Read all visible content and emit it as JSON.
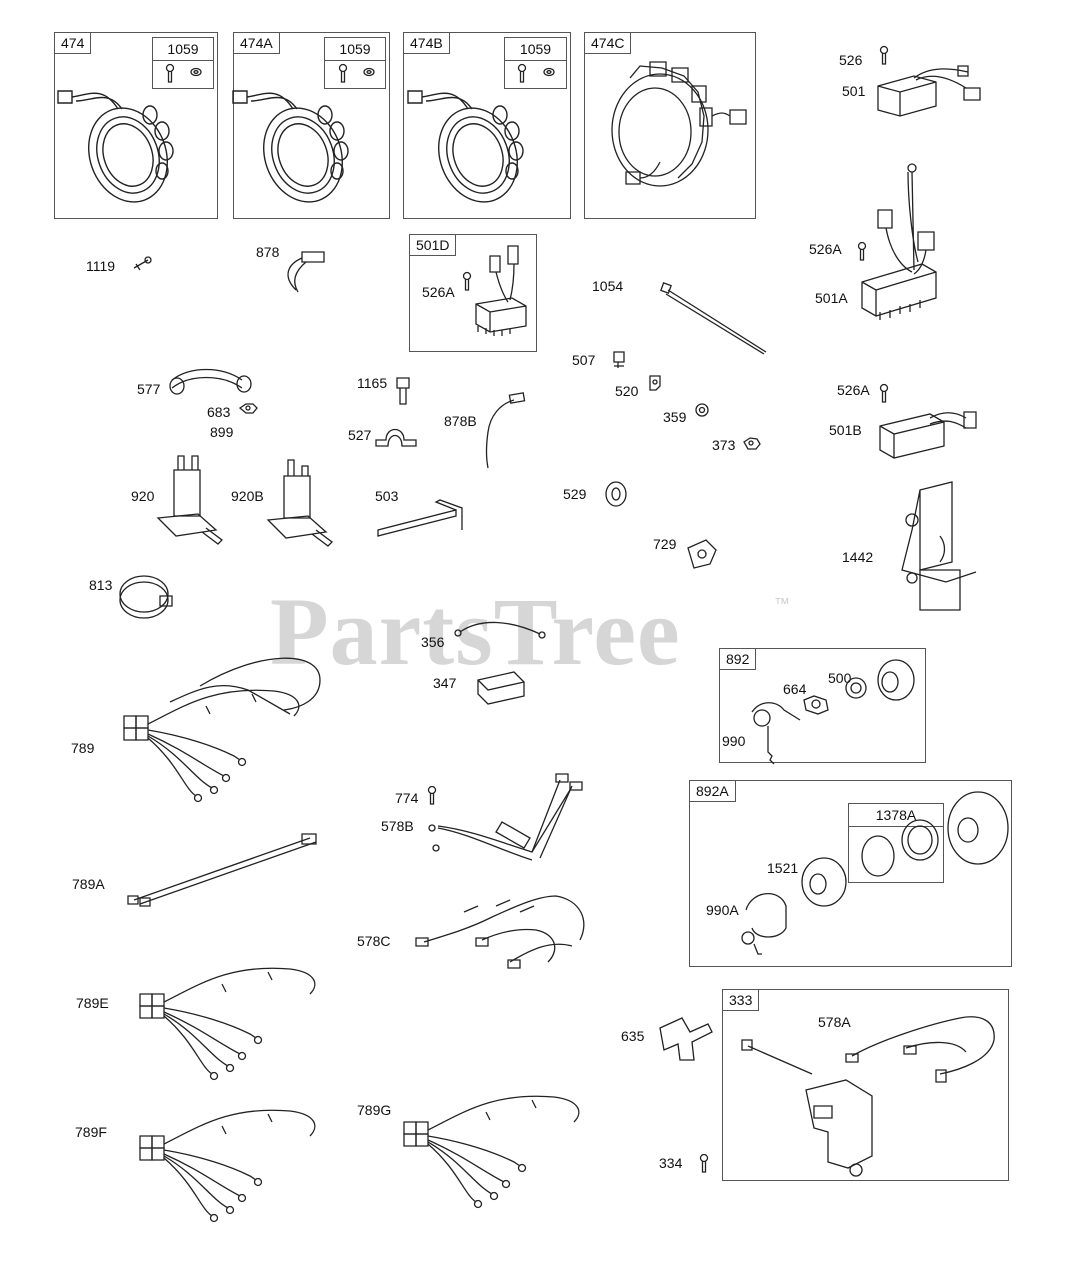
{
  "watermark": {
    "text": "PartsTree",
    "trademark": "™"
  },
  "boxes": {
    "b474": {
      "label": "474",
      "sub": "1059"
    },
    "b474A": {
      "label": "474A",
      "sub": "1059"
    },
    "b474B": {
      "label": "474B",
      "sub": "1059"
    },
    "b474C": {
      "label": "474C"
    },
    "b501D": {
      "label": "501D"
    },
    "b892": {
      "label": "892"
    },
    "b892A": {
      "label": "892A",
      "sub": "1378A"
    },
    "b333": {
      "label": "333"
    }
  },
  "labels": {
    "p526": "526",
    "p501": "501",
    "p1119": "1119",
    "p878": "878",
    "p526A_d": "526A",
    "p1054": "1054",
    "p526A": "526A",
    "p501A": "501A",
    "p507": "507",
    "p577": "577",
    "p1165": "1165",
    "p520": "520",
    "p683": "683",
    "p899": "899",
    "p359": "359",
    "p526A_b": "526A",
    "p878B": "878B",
    "p527": "527",
    "p373": "373",
    "p501B": "501B",
    "p920": "920",
    "p920B": "920B",
    "p503": "503",
    "p529": "529",
    "p729": "729",
    "p1442": "1442",
    "p813": "813",
    "p356": "356",
    "p347": "347",
    "p664": "664",
    "p500": "500",
    "p990": "990",
    "p789": "789",
    "p774": "774",
    "p578B": "578B",
    "p789A": "789A",
    "p1521": "1521",
    "p990A": "990A",
    "p578C": "578C",
    "p789E": "789E",
    "p635": "635",
    "p578A": "578A",
    "p789F": "789F",
    "p789G": "789G",
    "p334": "334"
  }
}
